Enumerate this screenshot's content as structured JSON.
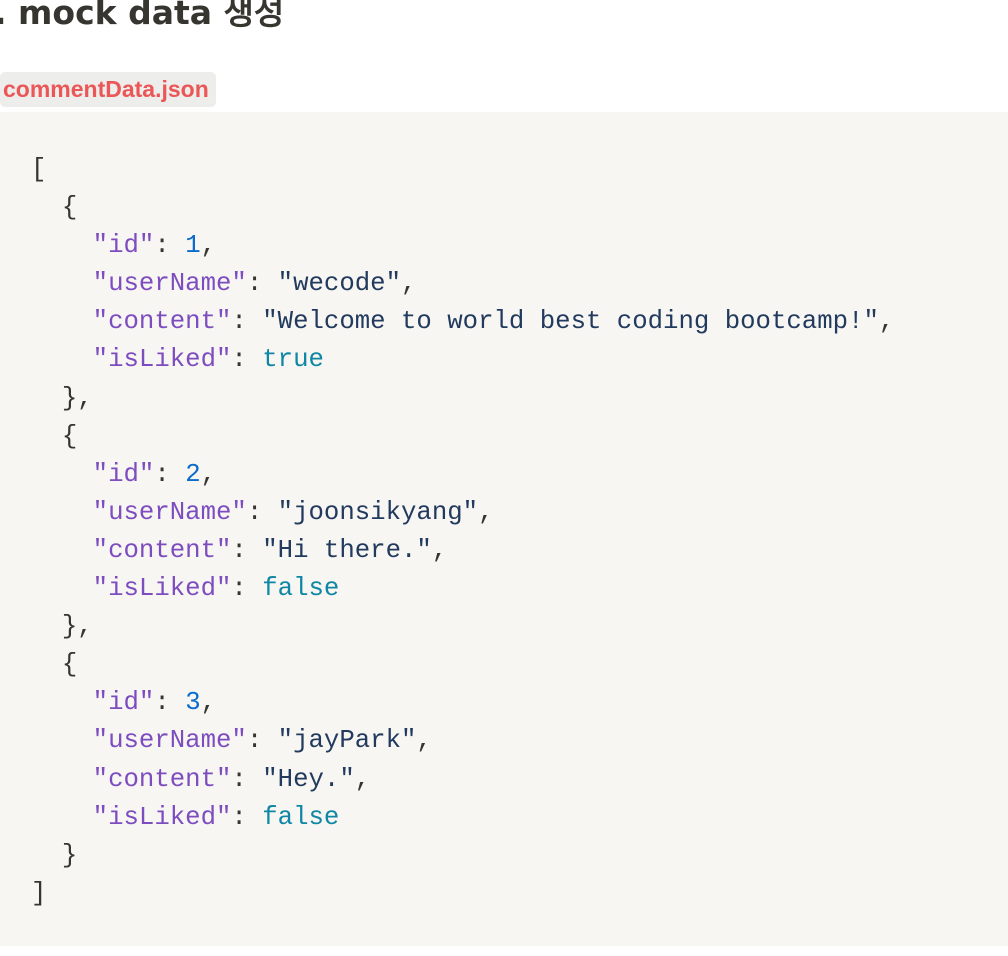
{
  "heading": ". mock data 생성",
  "file_label": "commentData.json",
  "colors": {
    "key": "#7d4dbf",
    "string": "#223a5e",
    "number": "#0b6bcb",
    "boolean": "#0f87a4",
    "file_label": "#eb5757",
    "code_background": "#f7f6f3"
  },
  "code": {
    "open_array": "[",
    "close_array": "]",
    "open_object": "{",
    "close_object": "}",
    "close_object_comma": "},",
    "colon": ": ",
    "comma": ",",
    "keys": {
      "id": "\"id\"",
      "userName": "\"userName\"",
      "content": "\"content\"",
      "isLiked": "\"isLiked\""
    },
    "comments": [
      {
        "id": "1",
        "userName": "\"wecode\"",
        "content": "\"Welcome to world best coding bootcamp!\"",
        "isLiked": "true"
      },
      {
        "id": "2",
        "userName": "\"joonsikyang\"",
        "content": "\"Hi there.\"",
        "isLiked": "false"
      },
      {
        "id": "3",
        "userName": "\"jayPark\"",
        "content": "\"Hey.\"",
        "isLiked": "false"
      }
    ]
  }
}
